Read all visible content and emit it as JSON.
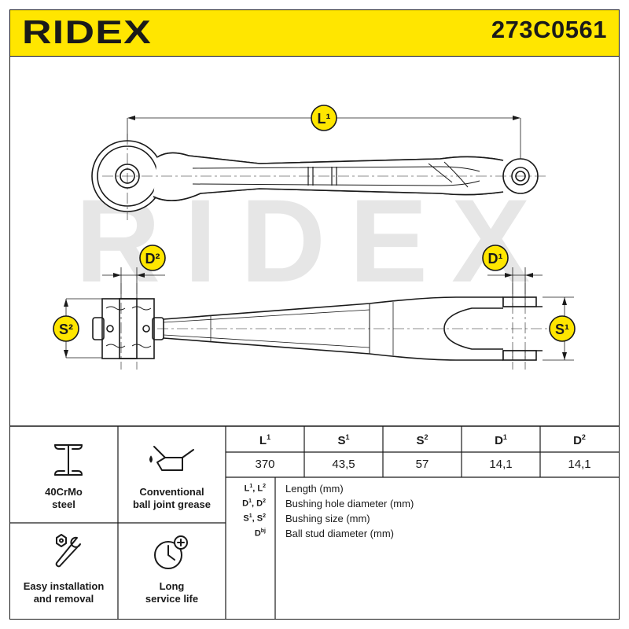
{
  "brand": {
    "name": "RIDEX",
    "watermark": "RIDEX"
  },
  "part_number": "273C0561",
  "drawing": {
    "labels": {
      "L1": "L¹",
      "D2": "D²",
      "D1": "D¹",
      "S2": "S²",
      "S1": "S¹"
    }
  },
  "features": [
    {
      "icon": "i-beam-icon",
      "line1": "40CrMo",
      "line2": "steel"
    },
    {
      "icon": "oil-can-icon",
      "line1": "Conventional",
      "line2": "ball joint grease"
    },
    {
      "icon": "wrench-nut-icon",
      "line1": "Easy installation",
      "line2": "and removal"
    },
    {
      "icon": "clock-plus-icon",
      "line1": "Long",
      "line2": "service life"
    }
  ],
  "dimensions": {
    "headers": [
      "L",
      "S",
      "S",
      "D",
      "D"
    ],
    "header_sups": [
      "1",
      "1",
      "2",
      "1",
      "2"
    ],
    "values": [
      "370",
      "43,5",
      "57",
      "14,1",
      "14,1"
    ]
  },
  "legend": [
    {
      "key": "L",
      "sup1": "1",
      "sep": ", L",
      "sup2": "2",
      "desc": "Length (mm)"
    },
    {
      "key": "D",
      "sup1": "1",
      "sep": ", D",
      "sup2": "2",
      "desc": "Bushing hole diameter (mm)"
    },
    {
      "key": "S",
      "sup1": "1",
      "sep": ", S",
      "sup2": "2",
      "desc": "Bushing size (mm)"
    },
    {
      "key": "D",
      "sup1": "bj",
      "sep": "",
      "sup2": "",
      "desc": "Ball stud diameter (mm)"
    }
  ],
  "colors": {
    "accent": "#ffe600",
    "ink": "#1a1a1a",
    "watermark": "#e6e6e6"
  }
}
